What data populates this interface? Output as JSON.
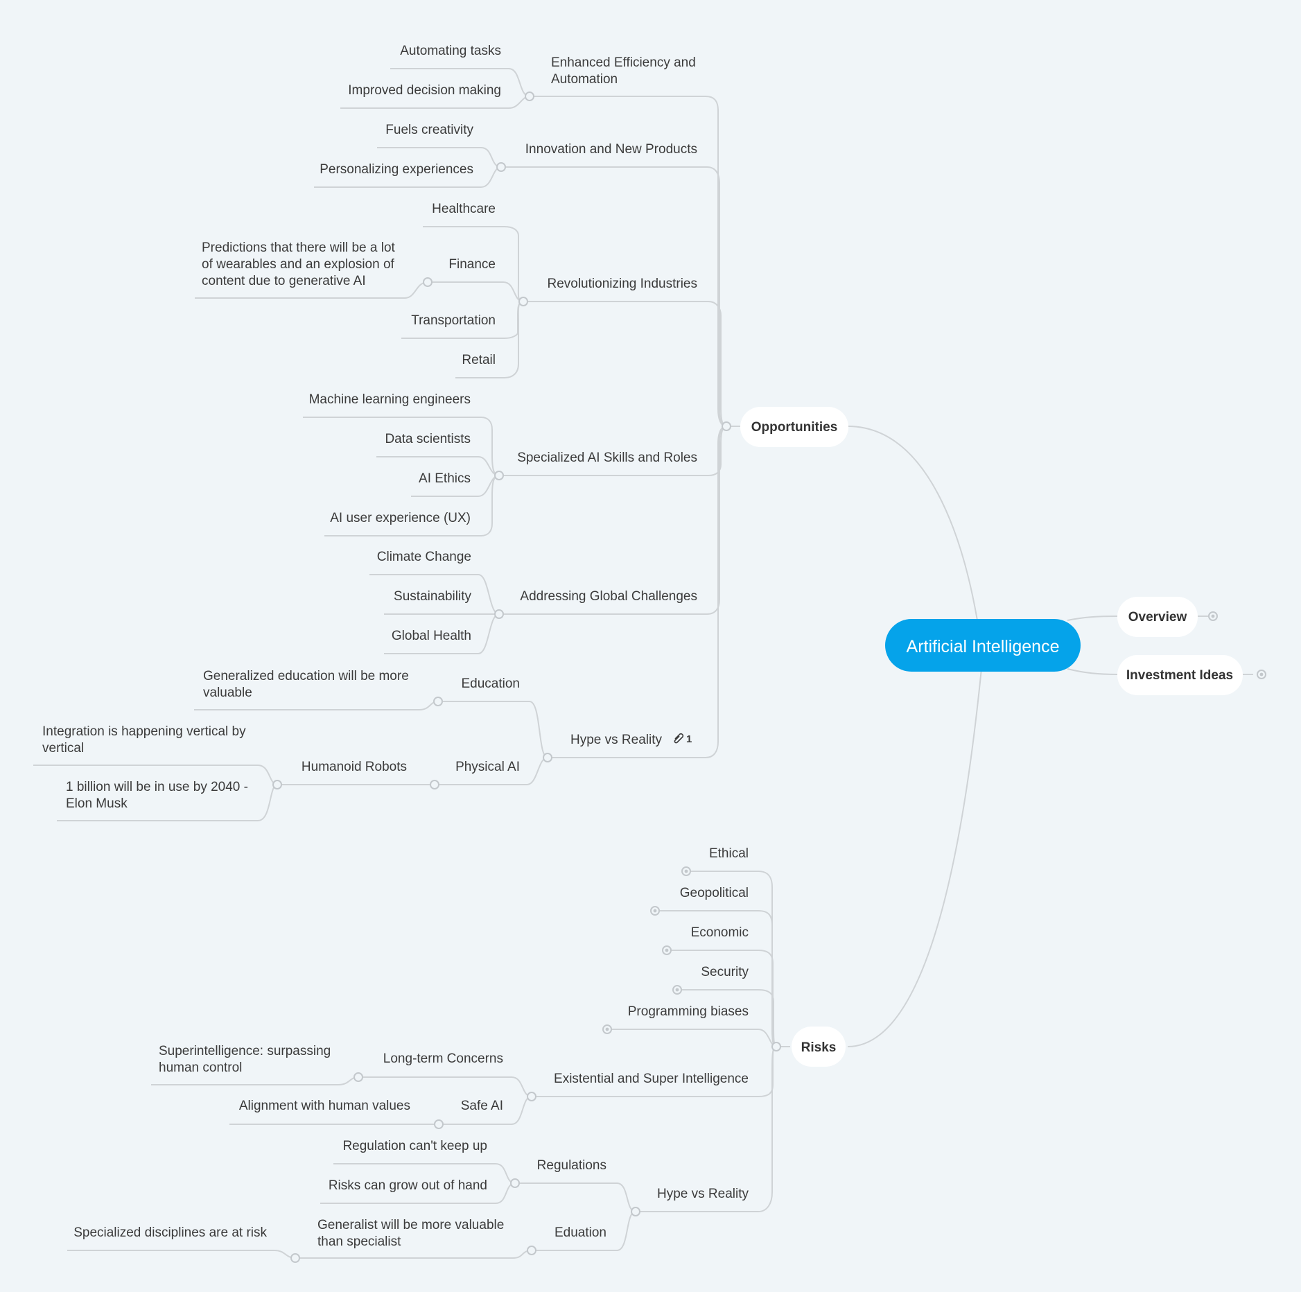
{
  "root": {
    "label": "Artificial Intelligence"
  },
  "branches": {
    "opportunities": "Opportunities",
    "overview": "Overview",
    "investment": "Investment Ideas",
    "risks": "Risks"
  },
  "opportunities": {
    "efficiency": {
      "label": "Enhanced Efficiency and Automation",
      "lines": [
        "Enhanced Efficiency and",
        "Automation"
      ],
      "children": [
        "Automating tasks",
        "Improved decision making"
      ]
    },
    "innovation": {
      "label": "Innovation and New Products",
      "children": [
        "Fuels creativity",
        "Personalizing experiences"
      ]
    },
    "industries": {
      "label": "Revolutionizing Industries",
      "healthcare": "Healthcare",
      "finance": "Finance",
      "finance_note": {
        "lines": [
          "Predictions that there will be a lot",
          "of wearables and an explosion of",
          "content due to generative AI"
        ]
      },
      "transportation": "Transportation",
      "retail": "Retail"
    },
    "skills": {
      "label": "Specialized AI Skills and Roles",
      "children": [
        "Machine learning engineers",
        "Data scientists",
        "AI Ethics",
        "AI user experience (UX)"
      ]
    },
    "global": {
      "label": "Addressing Global Challenges",
      "children": [
        "Climate Change",
        "Sustainability",
        "Global Health"
      ]
    },
    "hype": {
      "label": "Hype vs Reality",
      "link_count": "1",
      "education": "Education",
      "education_note": {
        "lines": [
          "Generalized education will be more",
          "valuable"
        ]
      },
      "physical": "Physical AI",
      "robots": "Humanoid Robots",
      "robots_notes": [
        {
          "lines": [
            "Integration is happening vertical by",
            "vertical"
          ]
        },
        {
          "lines": [
            "1 billion will be in use by 2040 -",
            "Elon Musk"
          ]
        }
      ]
    }
  },
  "risks": {
    "leaves": [
      "Ethical",
      "Geopolitical",
      "Economic",
      "Security",
      "Programming biases"
    ],
    "existential": {
      "label": "Existential and Super Intelligence",
      "longterm": "Long-term Concerns",
      "longterm_note": {
        "lines": [
          "Superintelligence: surpassing",
          "human control"
        ]
      },
      "safe": "Safe AI",
      "safe_note": "Alignment with human values"
    },
    "hype": {
      "label": "Hype vs Reality",
      "regulations": "Regulations",
      "regulations_children": [
        "Regulation can't keep up",
        "Risks can grow out of hand"
      ],
      "eduation": "Eduation",
      "eduation_note": {
        "lines": [
          "Generalist will be more valuable",
          "than specialist"
        ]
      },
      "specialized": "Specialized disciplines are at risk"
    }
  },
  "colors": {
    "background": "#f0f5f8",
    "line": "#cfd3d6",
    "root": "#05a3ea",
    "text": "#3b3b3b"
  }
}
